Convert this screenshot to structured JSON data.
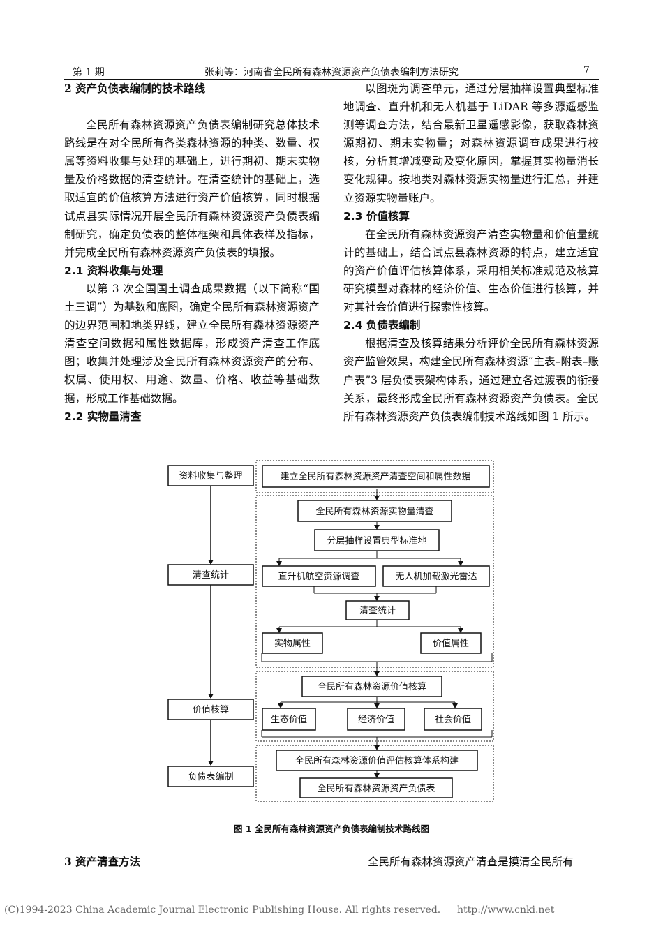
{
  "header": {
    "issue": "第 1 期",
    "title": "张莉等：河南省全民所有森林资源资产负债表编制方法研究",
    "page_number": "7"
  },
  "left_column": {
    "section2_title": "2  资产负债表编制的技术路线",
    "section2_para": "全民所有森林资源资产负债表编制研究总体技术路线是在对全民所有各类森林资源的种类、数量、权属等资料收集与处理的基础上，进行期初、期末实物量及价格数据的清查统计。在清查统计的基础上，选取适宜的价值核算方法进行资产价值核算，同时根据试点县实际情况开展全民所有森林资源资产负债表编制研究，确定负债表的整体框架和具体表样及指标，并完成全民所有森林资源资产负债表的填报。",
    "s21_title": "2.1  资料收集与处理",
    "s21_para": "以第 3 次全国国土调查成果数据（以下简称“国土三调”）为基数和底图，确定全民所有森林资源资产的边界范围和地类界线，建立全民所有森林资源资产清查空间数据和属性数据库，形成资产清查工作底图；收集并处理涉及全民所有森林资源资产的分布、权属、使用权、用途、数量、价格、收益等基础数据，形成工作基础数据。",
    "s22_title": "2.2  实物量清查"
  },
  "right_column": {
    "s22_para": "以图斑为调查单元，通过分层抽样设置典型标准地调查、直升机和无人机基于 LiDAR 等多源遥感监测等调查方法，结合最新卫星遥感影像，获取森林资源期初、期末实物量；对森林资源调查成果进行校核，分析其增减变动及变化原因，掌握其实物量消长变化规律。按地类对森林资源实物量进行汇总，并建立资源实物量账户。",
    "s23_title": "2.3  价值核算",
    "s23_para": "在全民所有森林资源资产清查实物量和价值量统计的基础上，结合试点县森林资源的特点，建立适宜的资产价值评估核算体系，采用相关标准规范及核算研究模型对森林的经济价值、生态价值进行核算，并对其社会价值进行探索性核算。",
    "s24_title": "2.4 负债表编制",
    "s24_para": "根据清查及核算结果分析评价全民所有森林资源资产监管效果，构建全民所有森林资源“主表–附表–账户表”3 层负债表架构体系，通过建立各过渡表的衔接关系，最终形成全民所有森林资源资产负债表。全民所有森林资源资产负债表编制技术路线如图 1 所示。"
  },
  "figure": {
    "left_boxes": {
      "collect": "资料收集与整理",
      "stat": "清查统计",
      "value": "价值核算",
      "balance": "负债表编制"
    },
    "right_boxes": {
      "build_db": "建立全民所有森林资源资产清查空间和属性数据",
      "physical": "全民所有森林资源实物量清查",
      "sampling": "分层抽样设置典型标准地",
      "helicopter": "直升机航空资源调查",
      "uav": "无人机加载激光雷达",
      "stat": "清查统计",
      "phys_attr": "实物属性",
      "value_attr": "价值属性",
      "value_calc": "全民所有森林资源价值核算",
      "eco": "生态价值",
      "econ": "经济价值",
      "social": "社会价值",
      "system": "全民所有森林资源价值评估核算体系构建",
      "sheet": "全民所有森林资源资产负债表"
    },
    "caption": "图 1    全民所有森林资源资产负债表编制技术路线图"
  },
  "section3": {
    "title": "3  资产清查方法",
    "right_text": "全民所有森林资源资产清查是摸清全民所有"
  },
  "footer": {
    "copyright": "(C)1994-2023 China Academic Journal Electronic Publishing House. All rights reserved.",
    "url": "http://www.cnki.net"
  }
}
